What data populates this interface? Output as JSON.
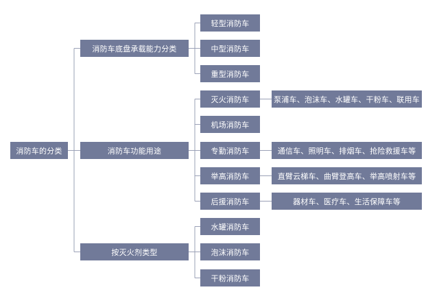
{
  "diagram": {
    "root": "消防车的分类",
    "categories": [
      {
        "label": "消防车底盘承载能力分类",
        "items": [
          {
            "label": "轻型消防车",
            "detail": null
          },
          {
            "label": "中型消防车",
            "detail": null
          },
          {
            "label": "重型消防车",
            "detail": null
          }
        ]
      },
      {
        "label": "消防车功能用途",
        "items": [
          {
            "label": "灭火消防车",
            "detail": "泵浦车、泡沫车、水罐车、干粉车、联用车"
          },
          {
            "label": "机场消防车",
            "detail": null
          },
          {
            "label": "专勤消防车",
            "detail": "通信车、照明车、排烟车、抢险救援车等"
          },
          {
            "label": "举高消防车",
            "detail": "直臂云梯车、曲臂登高车、举高喷射车等"
          },
          {
            "label": "后援消防车",
            "detail": "器材车、医疗车、生活保障车等"
          }
        ]
      },
      {
        "label": "按灭火剂类型",
        "items": [
          {
            "label": "水罐消防车",
            "detail": null
          },
          {
            "label": "泡沫消防车",
            "detail": null
          },
          {
            "label": "干粉消防车",
            "detail": null
          }
        ]
      }
    ],
    "colors": {
      "box": "#717a99",
      "line": "#9aa0b6",
      "text": "#ffffff"
    }
  }
}
